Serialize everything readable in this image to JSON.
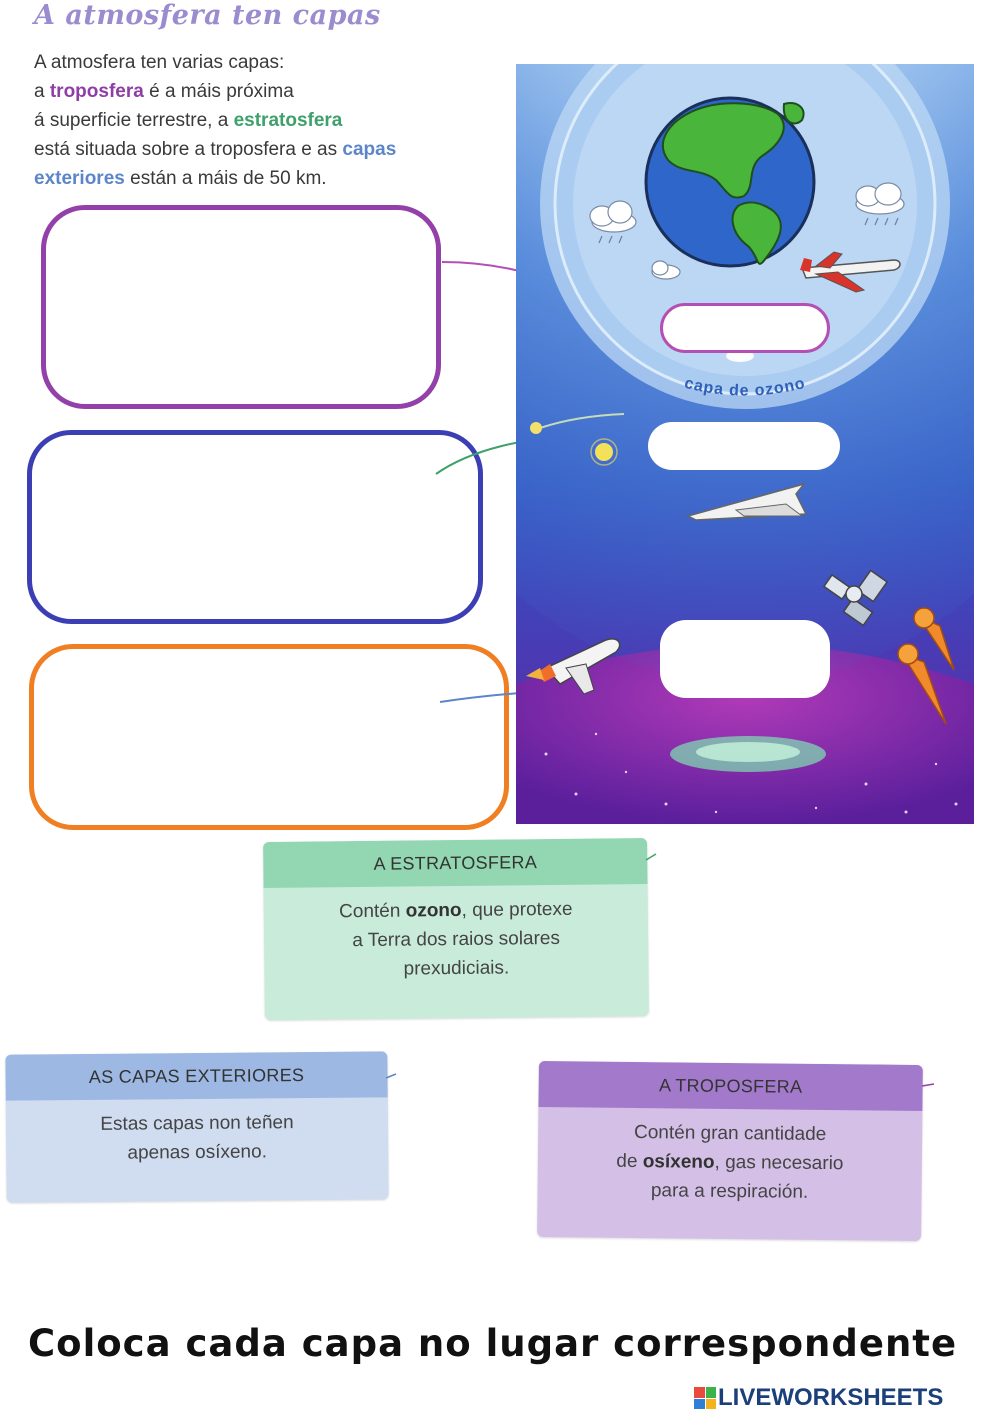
{
  "worksheet": {
    "title": "A atmosfera ten capas",
    "intro_lines": [
      [
        {
          "t": "A atmosfera ten varias capas:"
        }
      ],
      [
        {
          "t": "a "
        },
        {
          "t": "troposfera",
          "c": "c-tropo"
        },
        {
          "t": " é a máis próxima"
        }
      ],
      [
        {
          "t": "á superficie terrestre, a "
        },
        {
          "t": "estratosfera",
          "c": "c-estr"
        }
      ],
      [
        {
          "t": "está situada sobre a troposfera e as "
        },
        {
          "t": "capas",
          "c": "c-ext"
        }
      ],
      [
        {
          "t": "exteriores",
          "c": "c-ext"
        },
        {
          "t": " están a máis de 50 km."
        }
      ]
    ],
    "ozone_label": "capa de ozono",
    "instruction": "Coloca cada capa no lugar correspondente"
  },
  "cards": {
    "estratosfera": {
      "heading": "A ESTRATOSFERA",
      "lines": [
        [
          {
            "t": "Contén "
          },
          {
            "t": "ozono",
            "b": true
          },
          {
            "t": ", que protexe"
          }
        ],
        [
          {
            "t": "a Terra dos raios solares"
          }
        ],
        [
          {
            "t": "prexudiciais."
          }
        ]
      ]
    },
    "exteriores": {
      "heading": "AS CAPAS EXTERIORES",
      "lines": [
        [
          {
            "t": "Estas capas non teñen"
          }
        ],
        [
          {
            "t": "apenas osíxeno."
          }
        ]
      ]
    },
    "troposfera": {
      "heading": "A TROPOSFERA",
      "lines": [
        [
          {
            "t": "Contén gran cantidade"
          }
        ],
        [
          {
            "t": "de "
          },
          {
            "t": "osíxeno",
            "b": true
          },
          {
            "t": ", gas necesario"
          }
        ],
        [
          {
            "t": "para a respiración."
          }
        ]
      ]
    }
  },
  "brand": {
    "name": "LIVEWORKSHEETS",
    "logo_colors": [
      "#e84a3c",
      "#3bb24a",
      "#2f7fd6",
      "#f4b21d"
    ]
  },
  "colors": {
    "tropo": "#9340a8",
    "estr": "#3ea06a",
    "ext": "#5c86c9",
    "drop_orange": "#ef7f22"
  }
}
